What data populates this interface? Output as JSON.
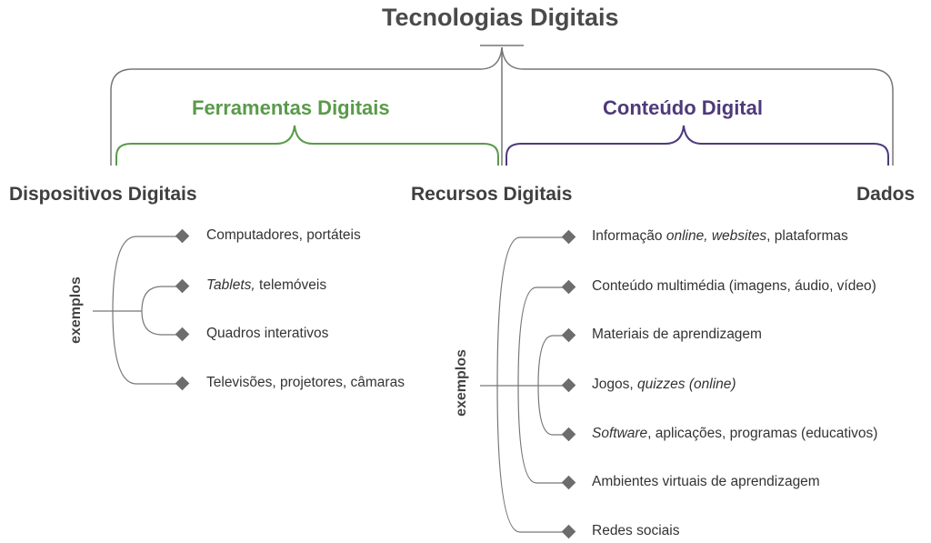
{
  "title": "Tecnologias Digitais",
  "categories": {
    "tools": "Ferramentas Digitais",
    "content": "Conteúdo Digital"
  },
  "headings": {
    "devices": "Dispositivos Digitais",
    "resources": "Recursos Digitais",
    "data": "Dados"
  },
  "examples_label": "exemplos",
  "devices_examples": [
    {
      "text": "Computadores, portáteis"
    },
    {
      "italic": "Tablets,",
      "text": " telemóveis"
    },
    {
      "text": "Quadros interativos"
    },
    {
      "text": "Televisões, projetores, câmaras"
    }
  ],
  "resources_examples": [
    {
      "pre": "Informação ",
      "italic": "online, websites",
      "post": ", plataformas"
    },
    {
      "pre": "Conteúdo multimédia (imagens, áudio, vídeo)"
    },
    {
      "pre": "Materiais de aprendizagem"
    },
    {
      "pre": "Jogos, ",
      "italic": "quizzes (online)"
    },
    {
      "italic": "Software",
      "post": ", aplicações, programas (educativos)"
    },
    {
      "pre": "Ambientes virtuais de aprendizagem"
    },
    {
      "pre": "Redes sociais"
    }
  ],
  "colors": {
    "tools": "#5a9a4a",
    "content": "#4e3a7a",
    "lines": "#777777",
    "diamond": "#6d6d6d"
  }
}
